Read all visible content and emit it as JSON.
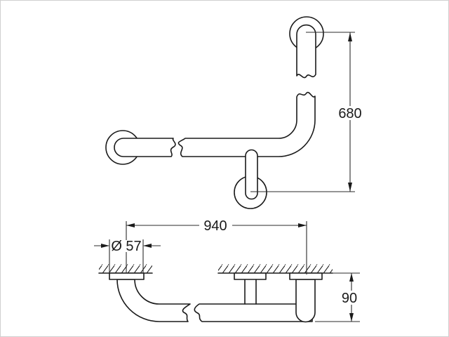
{
  "page": {
    "background": "#ffffff",
    "border_color": "#cfcfcf",
    "line_color": "#1a1a1a"
  },
  "drawing": {
    "subject": "L-shaped wall grab bar, technical drawing with break lines",
    "views": {
      "plan": {
        "name": "plan view",
        "dimensions": {
          "vertical_leg_length": "680"
        }
      },
      "side": {
        "name": "side elevation",
        "dimensions": {
          "overall_width": "940",
          "flange_diameter": "Ø 57",
          "wall_offset": "90"
        }
      }
    }
  }
}
